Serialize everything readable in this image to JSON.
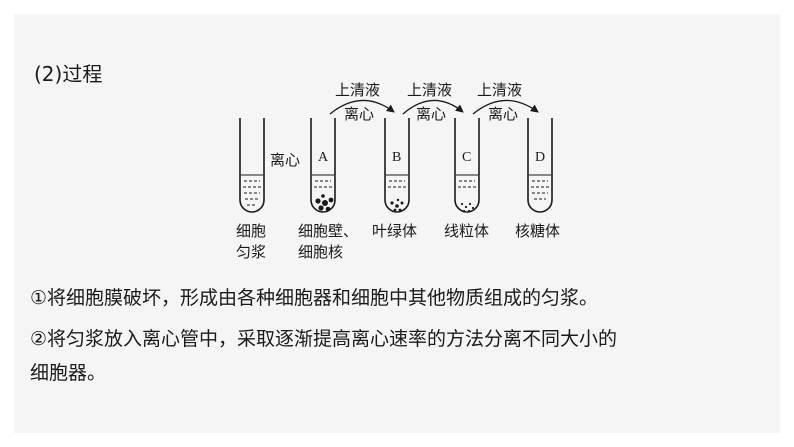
{
  "heading": "(2)过程",
  "diagram": {
    "tube_labels": [
      "A",
      "B",
      "C",
      "D"
    ],
    "first_centrifuge": "离心",
    "supernatant": "上清液",
    "centrifuge": "离心",
    "captions": {
      "homogenate": [
        "细胞",
        "匀浆"
      ],
      "A": [
        "细胞壁、",
        "细胞核"
      ],
      "B": "叶绿体",
      "C": "线粒体",
      "D": "核糖体"
    }
  },
  "paragraphs": {
    "p1": "①将细胞膜破坏，形成由各种细胞器和细胞中其他物质组成的匀浆。",
    "p2_line1": "②将匀浆放入离心管中，采取逐渐提高离心速率的方法分离不同大小的",
    "p2_line2": "细胞器。"
  }
}
